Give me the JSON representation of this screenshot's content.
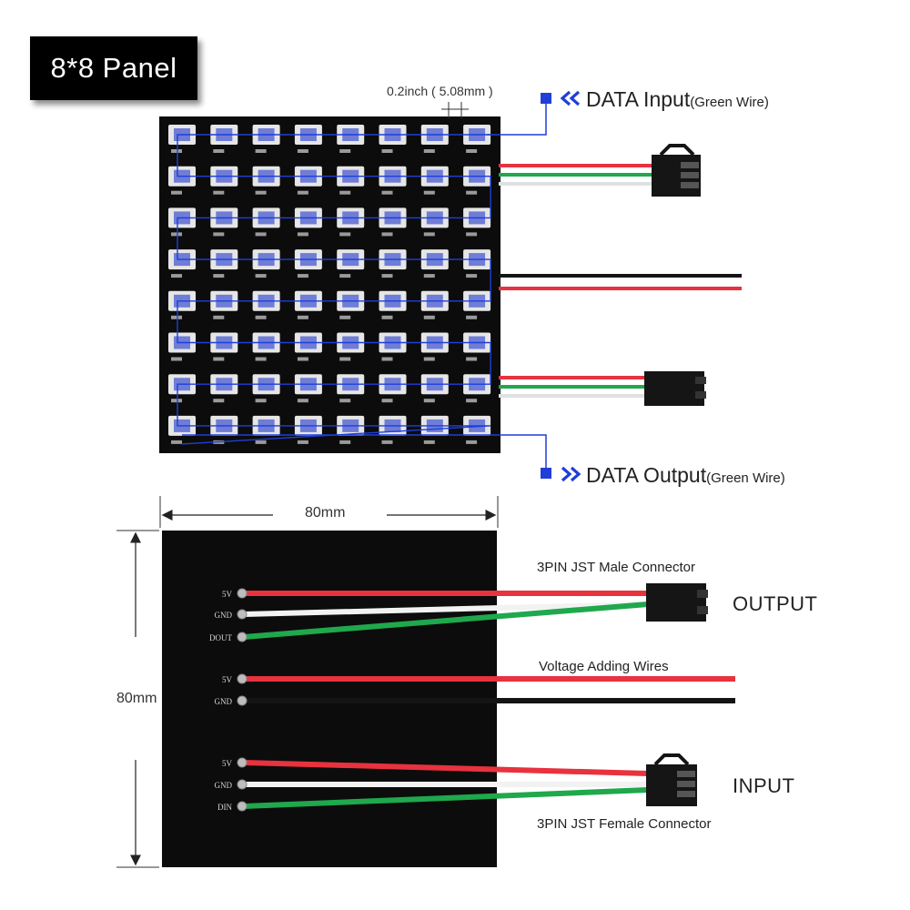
{
  "title": "8*8 Panel",
  "pitch_label": "0.2inch ( 5.08mm )",
  "data_input": {
    "label": "DATA Input",
    "note": "(Green Wire)"
  },
  "data_output": {
    "label": "DATA Output",
    "note": "(Green Wire)"
  },
  "grid": {
    "rows": 8,
    "cols": 8
  },
  "back_panel": {
    "width_label": "80mm",
    "height_label": "80mm",
    "output_group": {
      "pins": [
        "5V",
        "GND",
        "DOUT"
      ],
      "connector_label": "3PIN JST Male Connector",
      "side_label": "OUTPUT"
    },
    "power_group": {
      "pins": [
        "5V",
        "GND"
      ],
      "wires_label": "Voltage Adding Wires"
    },
    "input_group": {
      "pins": [
        "5V",
        "GND",
        "DIN"
      ],
      "connector_label": "3PIN JST Female Connector",
      "side_label": "INPUT"
    }
  },
  "colors": {
    "panel": "#0c0c0c",
    "wire_red": "#e8323e",
    "wire_green": "#1fa84c",
    "wire_white": "#f2f2f2",
    "wire_black": "#141414",
    "data_line": "#1f3fd8",
    "led_frame": "#e6e6e6",
    "led_chip": "#6f7dd6"
  },
  "icons": {
    "input_arrow": "double-chevron-left-icon",
    "output_arrow": "double-chevron-right-icon"
  }
}
